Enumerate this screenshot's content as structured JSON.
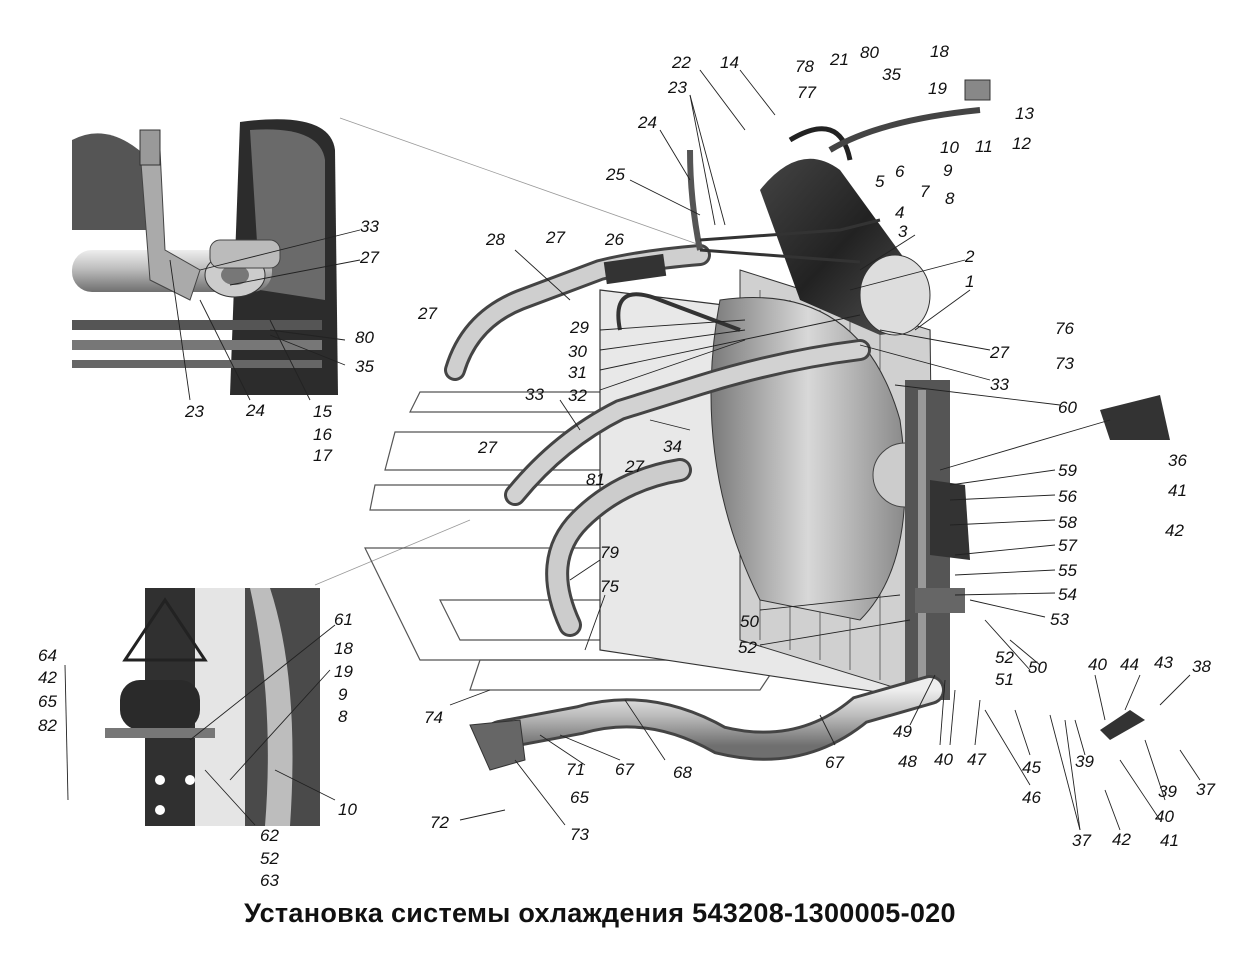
{
  "title": "Установка системы охлаждения 543208-1300005-020",
  "labels": [
    "22",
    "14",
    "23",
    "24",
    "25",
    "78",
    "21",
    "80",
    "18",
    "35",
    "19",
    "77",
    "13",
    "12",
    "11",
    "10",
    "6",
    "9",
    "5",
    "7",
    "8",
    "4",
    "3",
    "2",
    "1",
    "28",
    "27",
    "26",
    "29",
    "30",
    "31",
    "32",
    "27",
    "27",
    "33",
    "60",
    "76",
    "73",
    "36",
    "41",
    "42",
    "33",
    "34",
    "81",
    "27",
    "27",
    "59",
    "56",
    "58",
    "57",
    "55",
    "54",
    "53",
    "50",
    "79",
    "75",
    "50",
    "52",
    "52",
    "51",
    "40",
    "44",
    "43",
    "38",
    "49",
    "48",
    "40",
    "47",
    "45",
    "46",
    "39",
    "37",
    "39",
    "40",
    "41",
    "42",
    "37",
    "74",
    "71",
    "67",
    "68",
    "67",
    "65",
    "72",
    "73",
    "33",
    "27",
    "80",
    "35",
    "23",
    "24",
    "15",
    "16",
    "17",
    "61",
    "18",
    "19",
    "9",
    "8",
    "64",
    "42",
    "65",
    "82",
    "10",
    "62",
    "52",
    "63"
  ]
}
